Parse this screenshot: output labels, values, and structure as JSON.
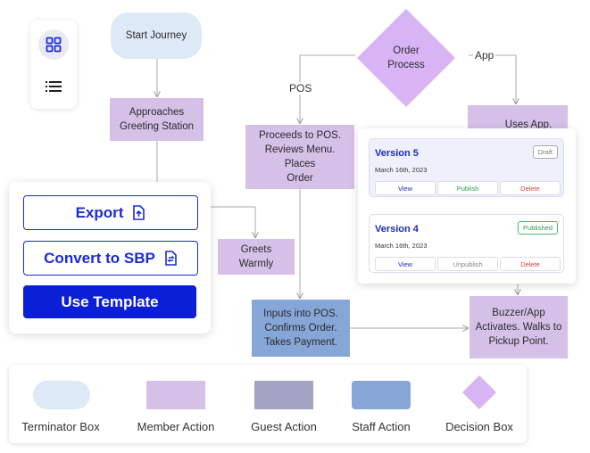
{
  "flow": {
    "start": "Start Journey",
    "approaches": "Approaches\nGreeting Station",
    "greets": "Greets Warmly",
    "decision": "Order\nProcess",
    "pos_label": "POS",
    "app_label": "App",
    "proceeds": "Proceeds to POS.\nReviews Menu. Places\nOrder",
    "uses_app": "Uses App.",
    "inputs": "Inputs into POS.\nConfirms Order.\nTakes Payment.",
    "buzzer": "Buzzer/App\nActivates. Walks to\nPickup Point."
  },
  "actions": {
    "export": "Export",
    "convert": "Convert to SBP",
    "template": "Use Template"
  },
  "versions": [
    {
      "title": "Version 5",
      "date": "March 16th, 2023",
      "badge": "Draft",
      "view": "View",
      "middle": "Publish",
      "delete": "Delete"
    },
    {
      "title": "Version 4",
      "date": "March 16th, 2023",
      "badge": "Published",
      "view": "View",
      "middle": "Unpublish",
      "delete": "Delete"
    }
  ],
  "legend": {
    "terminator": "Terminator Box",
    "member": "Member Action",
    "guest": "Guest Action",
    "staff": "Staff Action",
    "decision": "Decision Box"
  },
  "colors": {
    "terminator": "#dde9f6",
    "member": "#d5c0e8",
    "guest": "#a3a3c4",
    "staff": "#86a6d8",
    "decision": "#d9b4f4",
    "primary": "#0a1fd6"
  },
  "icons": [
    "grid-view-icon",
    "list-view-icon",
    "export-icon",
    "convert-icon"
  ]
}
